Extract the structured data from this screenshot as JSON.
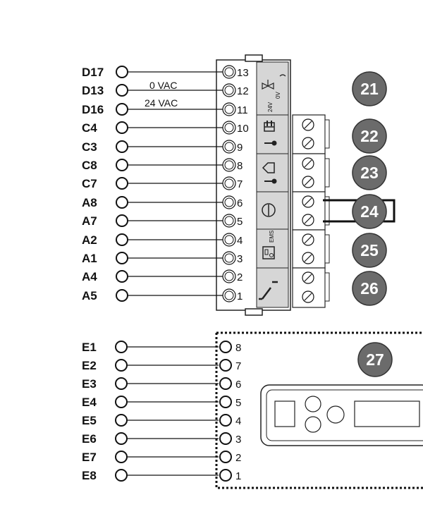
{
  "top_block": {
    "left_labels": [
      "D17",
      "D13",
      "D16",
      "C4",
      "C3",
      "C8",
      "C7",
      "A8",
      "A7",
      "A2",
      "A1",
      "A4",
      "A5"
    ],
    "terminal_numbers": [
      "13",
      "12",
      "11",
      "10",
      "9",
      "8",
      "7",
      "6",
      "5",
      "4",
      "3",
      "2",
      "1"
    ],
    "voltage_labels": [
      "0 VAC",
      "24 VAC"
    ],
    "valve_labels": [
      "0V",
      "24V"
    ],
    "ems_label": "EMS"
  },
  "badges": [
    "21",
    "22",
    "23",
    "24",
    "25",
    "26",
    "27"
  ],
  "bottom_block": {
    "left_labels": [
      "E1",
      "E2",
      "E3",
      "E4",
      "E5",
      "E6",
      "E7",
      "E8"
    ],
    "terminal_numbers": [
      "8",
      "7",
      "6",
      "5",
      "4",
      "3",
      "2",
      "1"
    ]
  },
  "colors": {
    "badge_fill": "#6b6b6b",
    "panel_fill": "#d6d6d6",
    "line": "#111111"
  }
}
